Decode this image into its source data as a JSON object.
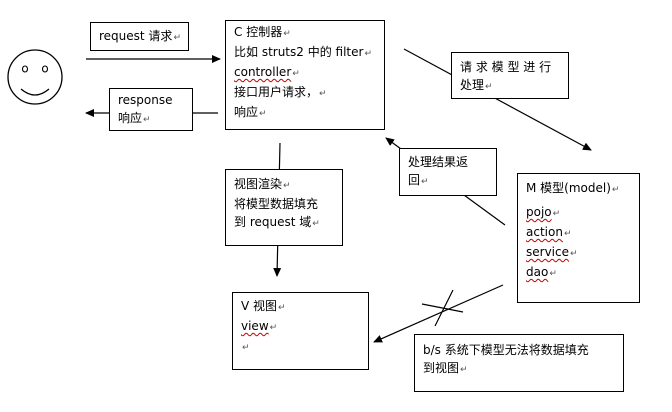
{
  "return_mark": "↵",
  "colors": {
    "stroke": "#000000",
    "squiggle": "#c00000"
  },
  "icons": {
    "user": "smiley-face"
  },
  "request_label": "request 请求",
  "response_label": {
    "line1": "response",
    "line2": "响应"
  },
  "controller": {
    "title": "C   控制器",
    "line2": "比如 struts2 中的 filter",
    "line3": "controller",
    "line4": "接口用户请求，",
    "line5": "响应"
  },
  "request_model_note": {
    "line1": "请 求 模 型 进 行",
    "line2": "处理"
  },
  "result_return_note": {
    "line1": "处理结果返",
    "line2": "回"
  },
  "render_note": {
    "line1": "视图渲染",
    "line2": "将模型数据填充",
    "line3": "到 request 域"
  },
  "model": {
    "title": "M  模型(model)",
    "items": [
      "pojo",
      "action",
      "service",
      "dao"
    ]
  },
  "view": {
    "title": "V  视图",
    "item": "view"
  },
  "bs_note": {
    "line1": "b/s 系统下模型无法将数据填充",
    "line2": "到视图"
  }
}
